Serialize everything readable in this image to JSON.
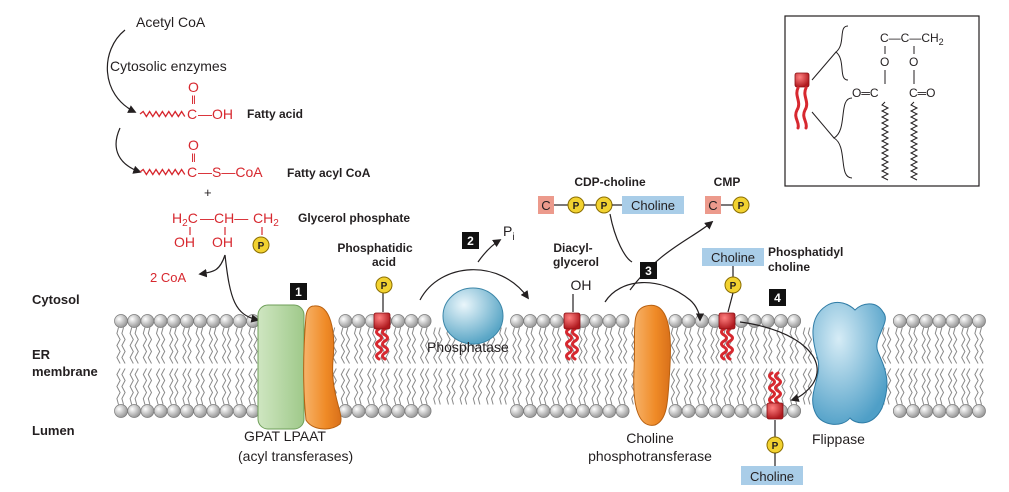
{
  "chem": {
    "acetyl_coa": "Acetyl CoA",
    "cytosolic_enzymes": "Cytosolic enzymes",
    "fatty_acid": "Fatty acid",
    "fatty_acyl_coa": "Fatty acyl CoA",
    "glycerol_phosphate": "Glycerol phosphate",
    "two_coa": "2 CoA",
    "plus": "+",
    "carbonyl_o": "O",
    "carbonyl_bar": "‖",
    "carbon": "C",
    "oh_tail": "—OH",
    "s_link": "—S—CoA",
    "h2c": "H2C",
    "ch_mid": "—CH—",
    "ch2": "CH2",
    "oh": "OH"
  },
  "regions": {
    "cytosol": "Cytosol",
    "er_membrane_1": "ER",
    "er_membrane_2": "membrane",
    "lumen": "Lumen"
  },
  "steps": [
    "1",
    "2",
    "3",
    "4"
  ],
  "labels": {
    "phosphatidic_acid_1": "Phosphatidic",
    "phosphatidic_acid_2": "acid",
    "pi": "P",
    "pi_sub": "i",
    "phosphatase": "Phosphatase",
    "diacylglycerol_1": "Diacyl-",
    "diacylglycerol_2": "glycerol",
    "dag_oh": "OH",
    "cdp_choline": "CDP-choline",
    "cmp": "CMP",
    "choline": "Choline",
    "phosphatidyl_choline_1": "Phosphatidyl",
    "phosphatidyl_choline_2": "choline",
    "gpat_lpaat": "GPAT  LPAAT",
    "acyl_transferases": "(acyl transferases)",
    "choline_phosphotransferase_1": "Choline",
    "choline_phosphotransferase_2": "phosphotransferase",
    "flippase": "Flippase",
    "c_box": "C",
    "p_circle": "P"
  },
  "inset": {
    "row1": "C—C—CH",
    "row1_sub": "2",
    "o_link": "O",
    "carbonyl_left": "O═C",
    "carbonyl_right": "C═O"
  },
  "colors": {
    "red_chem": "#d7282f",
    "phosphate_yellow": "#f2d230",
    "choline_blue": "#a9cde8",
    "c_salmon": "#ec9a8c",
    "gpat_green": "#b8d9a6",
    "lpaat_orange": "#f39a3b",
    "phosphatase_blue": "#8fc3d6",
    "flippase_blue": "#78b6d4",
    "lipid_head": "#c8c8c8"
  }
}
